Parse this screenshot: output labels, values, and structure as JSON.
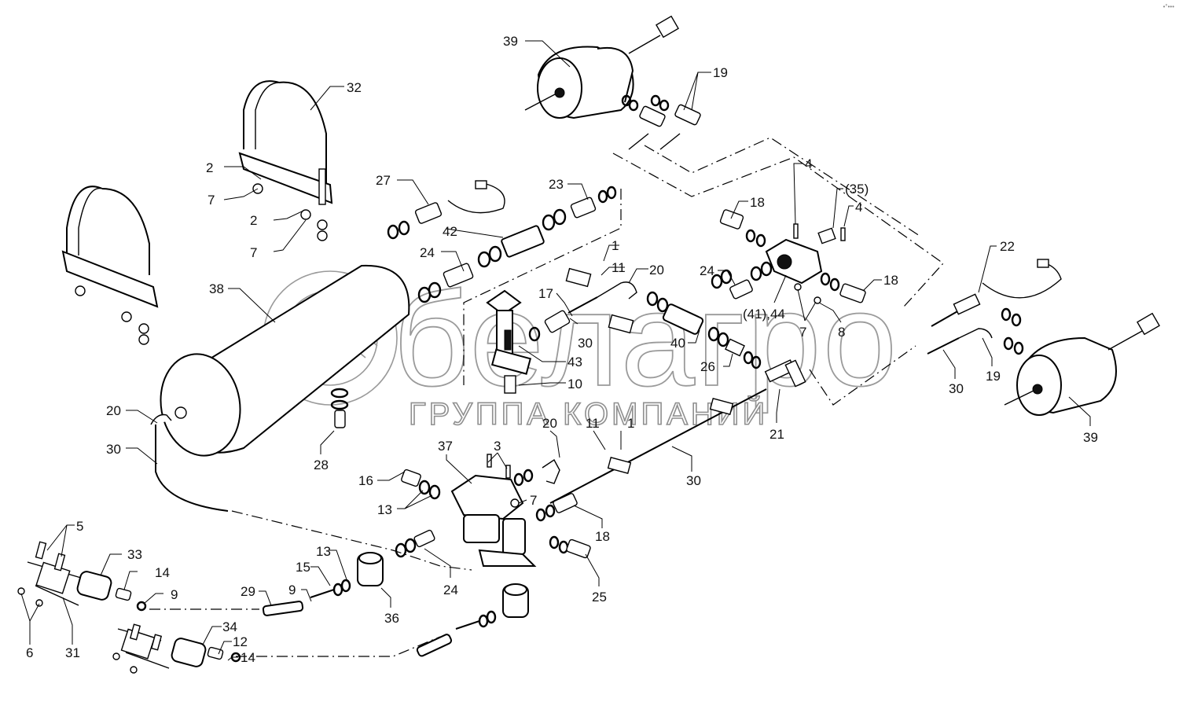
{
  "diagram": {
    "title": "Air brake system – exploded parts view",
    "watermark": {
      "brand": "белагро",
      "subtitle": "ГРУППА КОМПАНИЙ"
    },
    "corner_mark": "•°•••",
    "callouts": [
      {
        "id": "c39a",
        "label": "39",
        "part": "brake-chamber-top"
      },
      {
        "id": "c19a",
        "label": "19",
        "part": "elbow-fittings-top"
      },
      {
        "id": "c32",
        "label": "32",
        "part": "tank-strap-right"
      },
      {
        "id": "c2a",
        "label": "2",
        "part": "stud"
      },
      {
        "id": "c7a",
        "label": "7",
        "part": "nut"
      },
      {
        "id": "c2b",
        "label": "2",
        "part": "stud"
      },
      {
        "id": "c7b",
        "label": "7",
        "part": "nut"
      },
      {
        "id": "c27",
        "label": "27",
        "part": "drain-valve-fitting"
      },
      {
        "id": "c23",
        "label": "23",
        "part": "adapter-fitting"
      },
      {
        "id": "c42",
        "label": "42",
        "part": "coupling-sleeve"
      },
      {
        "id": "c24a",
        "label": "24",
        "part": "nipple"
      },
      {
        "id": "c1a",
        "label": "1",
        "part": "screw"
      },
      {
        "id": "c11a",
        "label": "11",
        "part": "pipe-clamp"
      },
      {
        "id": "c20a",
        "label": "20",
        "part": "elbow"
      },
      {
        "id": "c17",
        "label": "17",
        "part": "fitting"
      },
      {
        "id": "c30a",
        "label": "30",
        "part": "pipe"
      },
      {
        "id": "c43",
        "label": "43",
        "part": "hand-valve"
      },
      {
        "id": "c10",
        "label": "10",
        "part": "plug"
      },
      {
        "id": "c40",
        "label": "40",
        "part": "coupling"
      },
      {
        "id": "c26",
        "label": "26",
        "part": "nipple"
      },
      {
        "id": "c18a",
        "label": "18",
        "part": "pipe-fitting"
      },
      {
        "id": "c4a",
        "label": "4",
        "part": "screw"
      },
      {
        "id": "c35",
        "label": "(35)",
        "part": "plug"
      },
      {
        "id": "c4b",
        "label": "4",
        "part": "screw"
      },
      {
        "id": "c24b",
        "label": "24",
        "part": "nipple"
      },
      {
        "id": "c18b",
        "label": "18",
        "part": "pipe-fitting"
      },
      {
        "id": "c4144",
        "label": "(41),44",
        "part": "relay-valve"
      },
      {
        "id": "c7c",
        "label": "7",
        "part": "nut"
      },
      {
        "id": "c8",
        "label": "8",
        "part": "washer"
      },
      {
        "id": "c22",
        "label": "22",
        "part": "tee-fitting"
      },
      {
        "id": "c19b",
        "label": "19",
        "part": "elbow-fitting"
      },
      {
        "id": "c30b",
        "label": "30",
        "part": "pipe"
      },
      {
        "id": "c39b",
        "label": "39",
        "part": "brake-chamber-right"
      },
      {
        "id": "c38",
        "label": "38",
        "part": "air-tank"
      },
      {
        "id": "c20b",
        "label": "20",
        "part": "elbow"
      },
      {
        "id": "c30c",
        "label": "30",
        "part": "pipe"
      },
      {
        "id": "c28",
        "label": "28",
        "part": "drain-plug"
      },
      {
        "id": "c21",
        "label": "21",
        "part": "cross-fitting"
      },
      {
        "id": "c3",
        "label": "3",
        "part": "screw"
      },
      {
        "id": "c20c",
        "label": "20",
        "part": "elbow"
      },
      {
        "id": "c11b",
        "label": "11",
        "part": "pipe-clamp"
      },
      {
        "id": "c1b",
        "label": "1",
        "part": "screw"
      },
      {
        "id": "c37",
        "label": "37",
        "part": "trailer-brake-valve"
      },
      {
        "id": "c16",
        "label": "16",
        "part": "plug"
      },
      {
        "id": "c13a",
        "label": "13",
        "part": "o-rings"
      },
      {
        "id": "c7d",
        "label": "7",
        "part": "nut"
      },
      {
        "id": "c30d",
        "label": "30",
        "part": "pipe"
      },
      {
        "id": "c18c",
        "label": "18",
        "part": "pipe-fitting"
      },
      {
        "id": "c5",
        "label": "5",
        "part": "bolts"
      },
      {
        "id": "c33",
        "label": "33",
        "part": "coupling-head"
      },
      {
        "id": "c14a",
        "label": "14",
        "part": "nipple"
      },
      {
        "id": "c9a",
        "label": "9",
        "part": "ring"
      },
      {
        "id": "c13b",
        "label": "13",
        "part": "o-rings"
      },
      {
        "id": "c15",
        "label": "15",
        "part": "banjo-bolt"
      },
      {
        "id": "c24c",
        "label": "24",
        "part": "nipple"
      },
      {
        "id": "c25",
        "label": "25",
        "part": "elbow-fitting"
      },
      {
        "id": "c29",
        "label": "29",
        "part": "hose"
      },
      {
        "id": "c9b",
        "label": "9",
        "part": "ring"
      },
      {
        "id": "c36",
        "label": "36",
        "part": "line-filter"
      },
      {
        "id": "c6",
        "label": "6",
        "part": "nuts"
      },
      {
        "id": "c31",
        "label": "31",
        "part": "bracket"
      },
      {
        "id": "c34",
        "label": "34",
        "part": "coupling-head"
      },
      {
        "id": "c12",
        "label": "12",
        "part": "nipple"
      },
      {
        "id": "c14b",
        "label": "14",
        "part": "nipple"
      }
    ]
  }
}
